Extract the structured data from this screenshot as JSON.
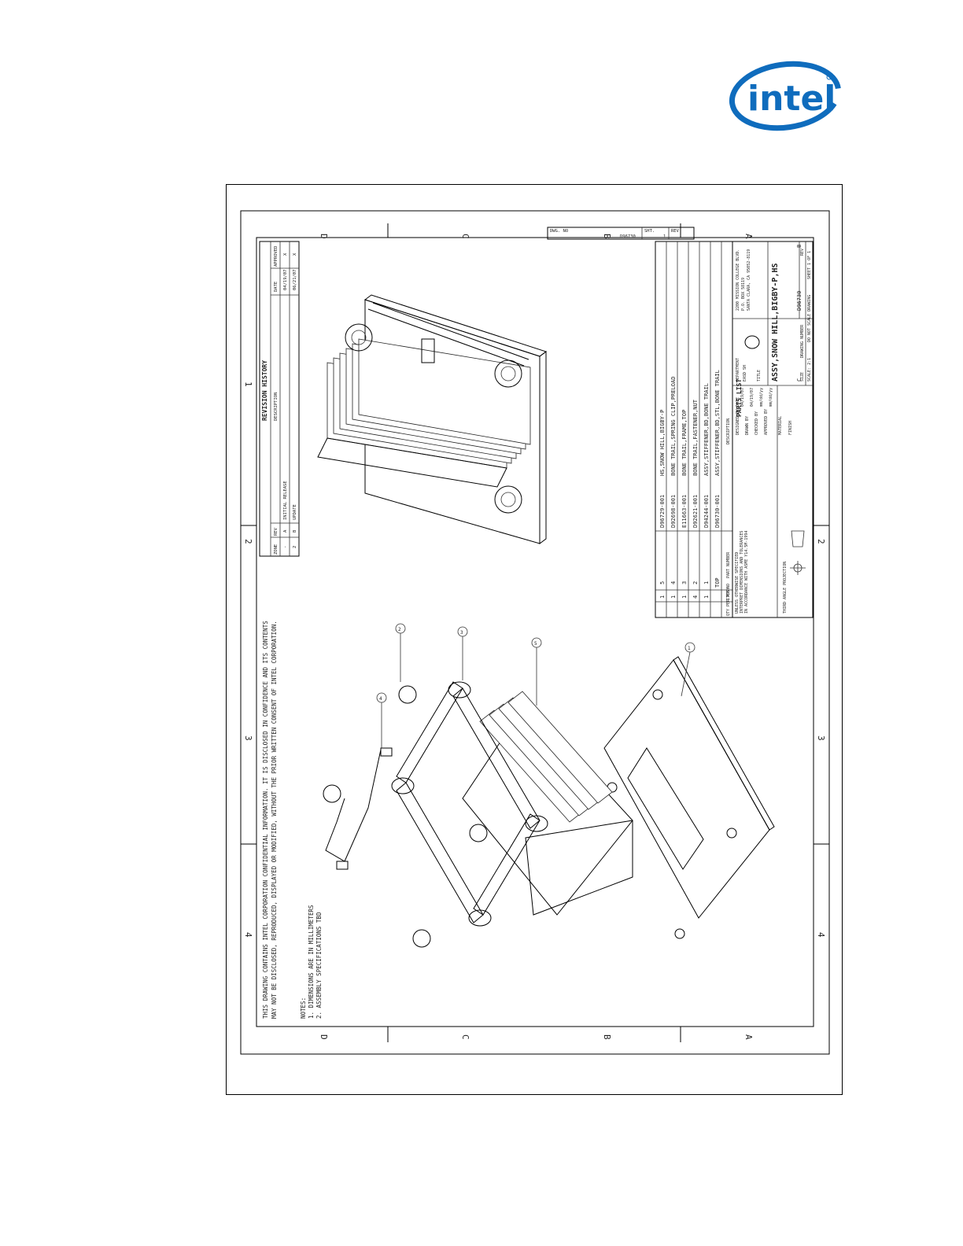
{
  "logo": {
    "text": "intel",
    "color": "#0f6cbd"
  },
  "zones": {
    "letters": [
      "D",
      "C",
      "B",
      "A"
    ],
    "numbers": [
      "1",
      "2",
      "3",
      "4"
    ]
  },
  "notes": {
    "confidential_1": "THIS DRAWING CONTAINS INTEL CORPORATION CONFIDENTIAL INFORMATION. IT IS DISCLOSED IN CONFIDENCE AND ITS CONTENTS",
    "confidential_2": "MAY NOT BE DISCLOSED, REPRODUCED, DISPLAYED OR MODIFIED, WITHOUT THE PRIOR WRITTEN CONSENT OF INTEL CORPORATION.",
    "title": "NOTES:",
    "items": [
      "1. DIMENSIONS ARE IN MILLIMETERS",
      "2. ASSEMBLY SPECIFICATIONS TBD"
    ]
  },
  "revision_history": {
    "title": "REVISION HISTORY",
    "headers": [
      "ZONE",
      "REV",
      "DESCRIPTION",
      "DATE",
      "APPROVED"
    ],
    "rows": [
      [
        "-",
        "A",
        "INITIAL RELEASE",
        "04/19/07",
        "X"
      ],
      [
        "2",
        "B",
        "UPDATE",
        "06/21/07",
        "X"
      ]
    ]
  },
  "dwg_header": {
    "dwg_no_label": "DWG. NO",
    "dwg_no": "D96730",
    "sht_label": "SHT.",
    "sht": "1",
    "rev_label": "REV"
  },
  "parts_list": {
    "title": "PARTS LIST",
    "headers": [
      "QTY PER ASSY",
      "ITEM NO",
      "PART NUMBER",
      "DESCRIPTION"
    ],
    "rows": [
      [
        "1",
        "5",
        "D96729-001",
        "HS,SNOW HILL,BIGBY-P"
      ],
      [
        "1",
        "4",
        "D92698-001",
        "BONE TRAIL,SPRING CLIP,PRELOAD"
      ],
      [
        "1",
        "3",
        "E11663-001",
        "BONE TRAIL,FRAME,TOP"
      ],
      [
        "4",
        "2",
        "D92621-001",
        "BONE TRAIL,FASTENER,NUT"
      ],
      [
        "1",
        "1",
        "D94244-001",
        "ASSY,STIFFENER,BD,BONE TRAIL"
      ],
      [
        "",
        "TOP",
        "D96730-001",
        "ASSY,STIFFENER,BD,STL,BONE TRAIL"
      ]
    ]
  },
  "title_block": {
    "tolerances_1": "UNLESS OTHERWISE SPECIFIED",
    "tolerances_2": "INTERPRET DIMENSIONS AND TOLERANCES",
    "tolerances_3": "IN ACCORDANCE WITH ASME Y14.5M-1994",
    "projection": "THIRD ANGLE PROJECTION",
    "designed_by": "DESIGNED BY",
    "drawn_by": "DRAWN BY",
    "checked_by": "CHECKED BY",
    "approved_by": "APPROVED BY",
    "date_label": "DATE",
    "dates": [
      "04/19/07",
      "04/19/07",
      "mm/dd/yy",
      "mm/dd/yy"
    ],
    "material_label": "MATERIAL",
    "finish_label": "FINISH",
    "department": "DEPARTMENT",
    "dept_name": "EASD SH",
    "address_1": "2200 MISSION COLLEGE BLVD.",
    "address_2": "P.O. BOX 58119",
    "address_3": "SANTA CLARA, CA 95052-8119",
    "title_label": "TITLE",
    "title": "ASSY,SNOW HILL,BIGBY-P,HS",
    "size_label": "SIZE",
    "size": "C",
    "drawing_number_label": "DRAWING NUMBER",
    "drawing_number": "D96730",
    "rev_label": "REV",
    "rev": "B",
    "scale": "SCALE: 2:1",
    "no_scale": "DO NOT SCALE DRAWING",
    "sheet": "SHEET 1 OF 1"
  },
  "balloons": [
    "1",
    "2",
    "3",
    "4",
    "5"
  ]
}
